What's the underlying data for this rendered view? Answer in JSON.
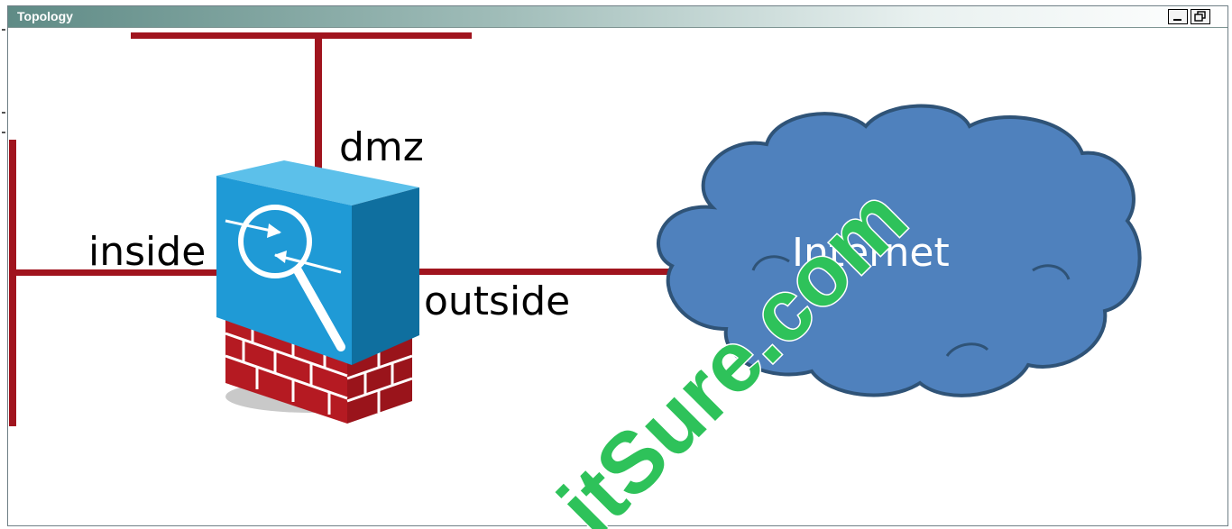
{
  "window": {
    "title": "Topology"
  },
  "diagram": {
    "labels": {
      "dmz": "dmz",
      "inside": "inside",
      "outside": "outside",
      "internet": "Internet"
    },
    "icons": {
      "firewall": "asa-firewall-icon",
      "cloud": "internet-cloud-icon"
    },
    "watermark": "itSure.com"
  },
  "colors": {
    "link": "#a0141e",
    "firewall_blue": "#1f9ad6",
    "firewall_brick": "#b51a22",
    "cloud_fill": "#4f81bd",
    "cloud_stroke": "#2f5377",
    "watermark": "#2ec25a"
  }
}
